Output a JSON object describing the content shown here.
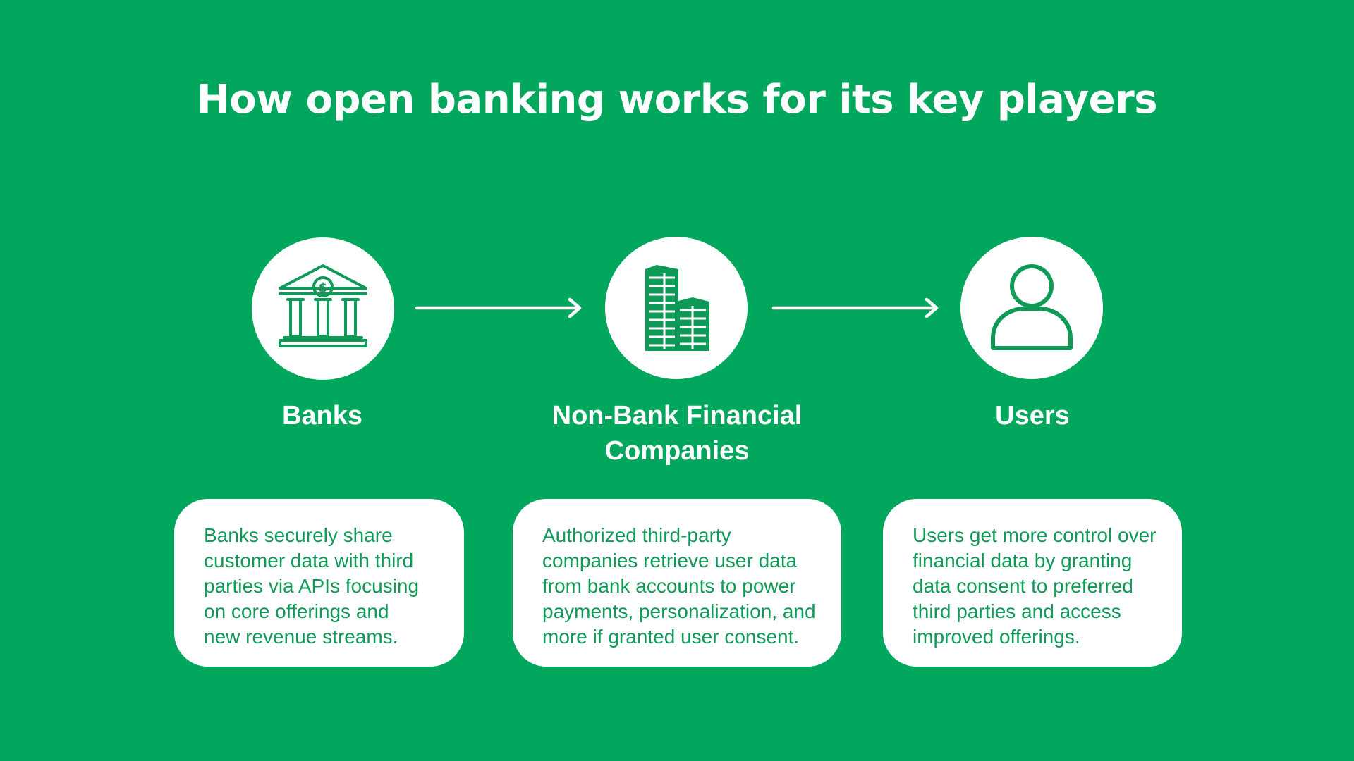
{
  "title": "How open banking works for its key players",
  "colors": {
    "background": "#01a75c",
    "icon": "#0f9a58",
    "card_text": "#0f9a58",
    "white": "#ffffff"
  },
  "players": [
    {
      "icon": "bank-icon",
      "label_lines": [
        "Banks"
      ],
      "description_lines": [
        "Banks securely share",
        "customer data with third",
        "parties via APIs focusing",
        "on core offerings and",
        "new revenue streams."
      ]
    },
    {
      "icon": "office-buildings-icon",
      "label_lines": [
        "Non-Bank Financial",
        "Companies"
      ],
      "description_lines": [
        "Authorized third-party",
        "companies retrieve user data",
        "from bank accounts to power",
        "payments, personalization, and",
        "more if granted user consent."
      ]
    },
    {
      "icon": "user-icon",
      "label_lines": [
        "Users"
      ],
      "description_lines": [
        "Users get more control over",
        "financial data by granting",
        "data consent to preferred",
        "third parties and access",
        "improved offerings."
      ]
    }
  ],
  "arrows": [
    "arrow-right-icon",
    "arrow-right-icon"
  ]
}
